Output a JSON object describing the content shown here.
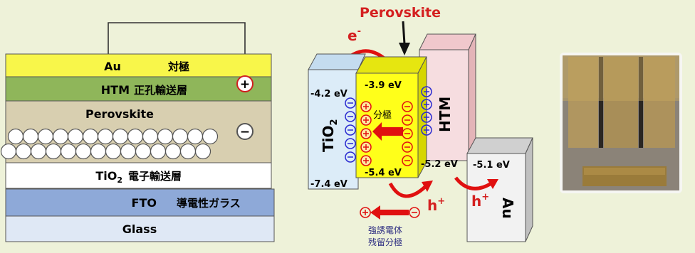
{
  "device_stack": {
    "layers": [
      {
        "name_en": "Au",
        "name_ja": "対極",
        "color": "#f8f64a"
      },
      {
        "name_en": "HTM",
        "name_ja": "正孔輸送層",
        "color": "#8fb65a"
      },
      {
        "name_en": "Perovskite",
        "name_ja": "",
        "color": "#d8cfb0"
      },
      {
        "name_en": "TiO",
        "sub": "2",
        "name_ja": "電子輸送層",
        "color": "#ffffff"
      },
      {
        "name_en": "FTO",
        "name_ja": "導電性ガラス",
        "color": "#8ea9d8"
      },
      {
        "name_en": "Glass",
        "name_ja": "",
        "color": "#dfe8f5"
      }
    ],
    "plus_sign": "+",
    "minus_sign": "−"
  },
  "energy_diagram": {
    "title": "Perovskite",
    "electron_label": "e",
    "electron_sup": "-",
    "tio2_label": "TiO",
    "tio2_sub": "2",
    "htm_label": "HTM",
    "au_label": "Au",
    "hole_label": "h",
    "hole_sup": "+",
    "polarization_label": "分極",
    "ferroelectric_label_1": "強誘電体",
    "ferroelectric_label_2": "残留分極",
    "levels": {
      "tio2_top": "-4.2 eV",
      "tio2_bottom": "-7.4 eV",
      "perov_top": "-3.9 eV",
      "perov_bottom": "-5.4 eV",
      "htm": "-5.2 eV",
      "au": "-5.1 eV"
    },
    "colors": {
      "tio2": "#dcecf8",
      "perovskite": "#ffff1a",
      "htm": "#f6dde0",
      "au": "#f2f2f2",
      "arrow": "#e01010"
    }
  },
  "photo": {
    "subject": "perovskite solar cell sample photo"
  }
}
